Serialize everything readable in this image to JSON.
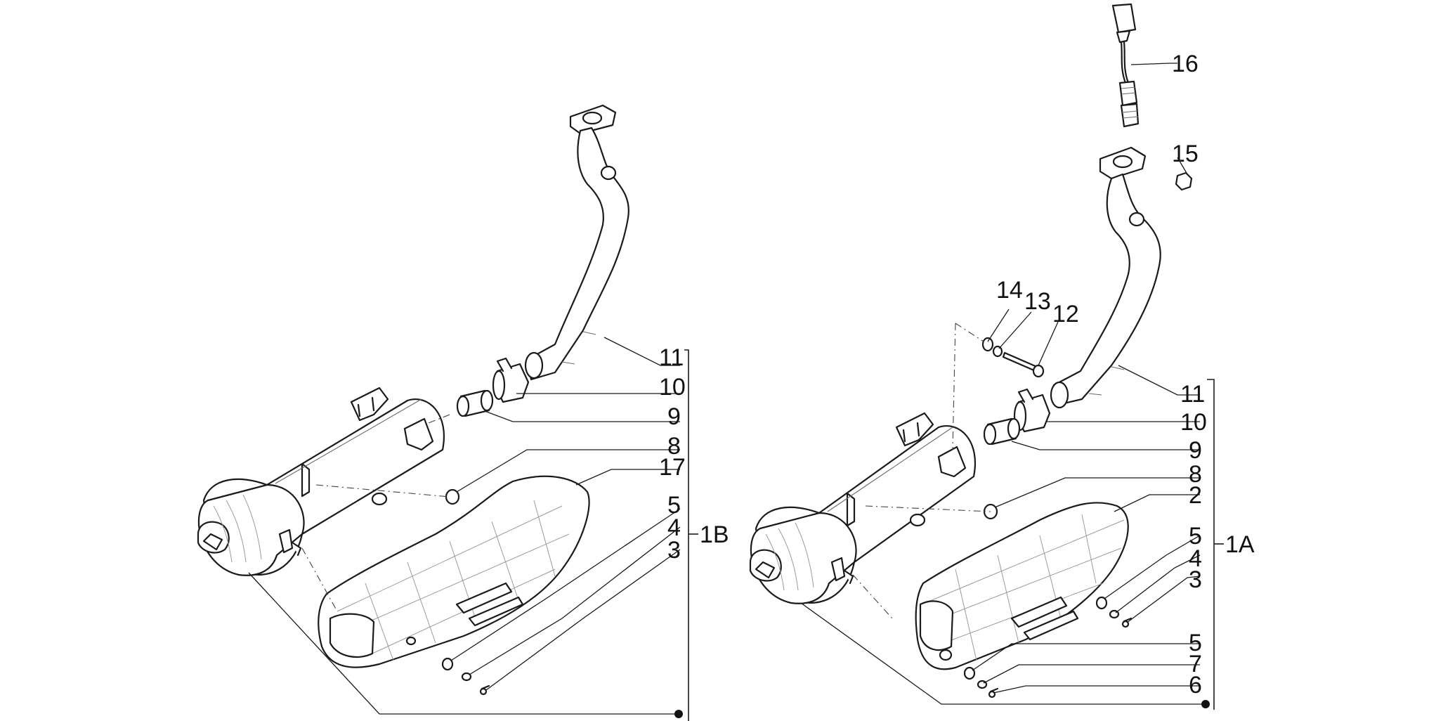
{
  "diagram": {
    "left_assembly": {
      "group_label": "1B",
      "callouts": [
        "11",
        "10",
        "9",
        "8",
        "17",
        "5",
        "4",
        "3"
      ]
    },
    "right_assembly": {
      "group_label": "1A",
      "callouts": [
        "16",
        "15",
        "14",
        "13",
        "12",
        "11",
        "10",
        "9",
        "8",
        "2",
        "5",
        "4",
        "3",
        "5",
        "7",
        "6"
      ]
    }
  }
}
